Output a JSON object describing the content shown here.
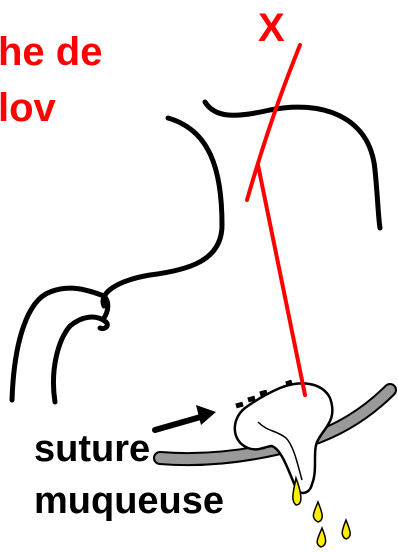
{
  "labels": {
    "title_line1": "he de",
    "title_line2": "lov",
    "marker": "X",
    "suture_line1": "suture",
    "suture_line2": "muqueuse"
  },
  "colors": {
    "accent": "#ff0000",
    "outline": "#000000",
    "band": "#999999",
    "drop_fill": "#ffee00"
  }
}
